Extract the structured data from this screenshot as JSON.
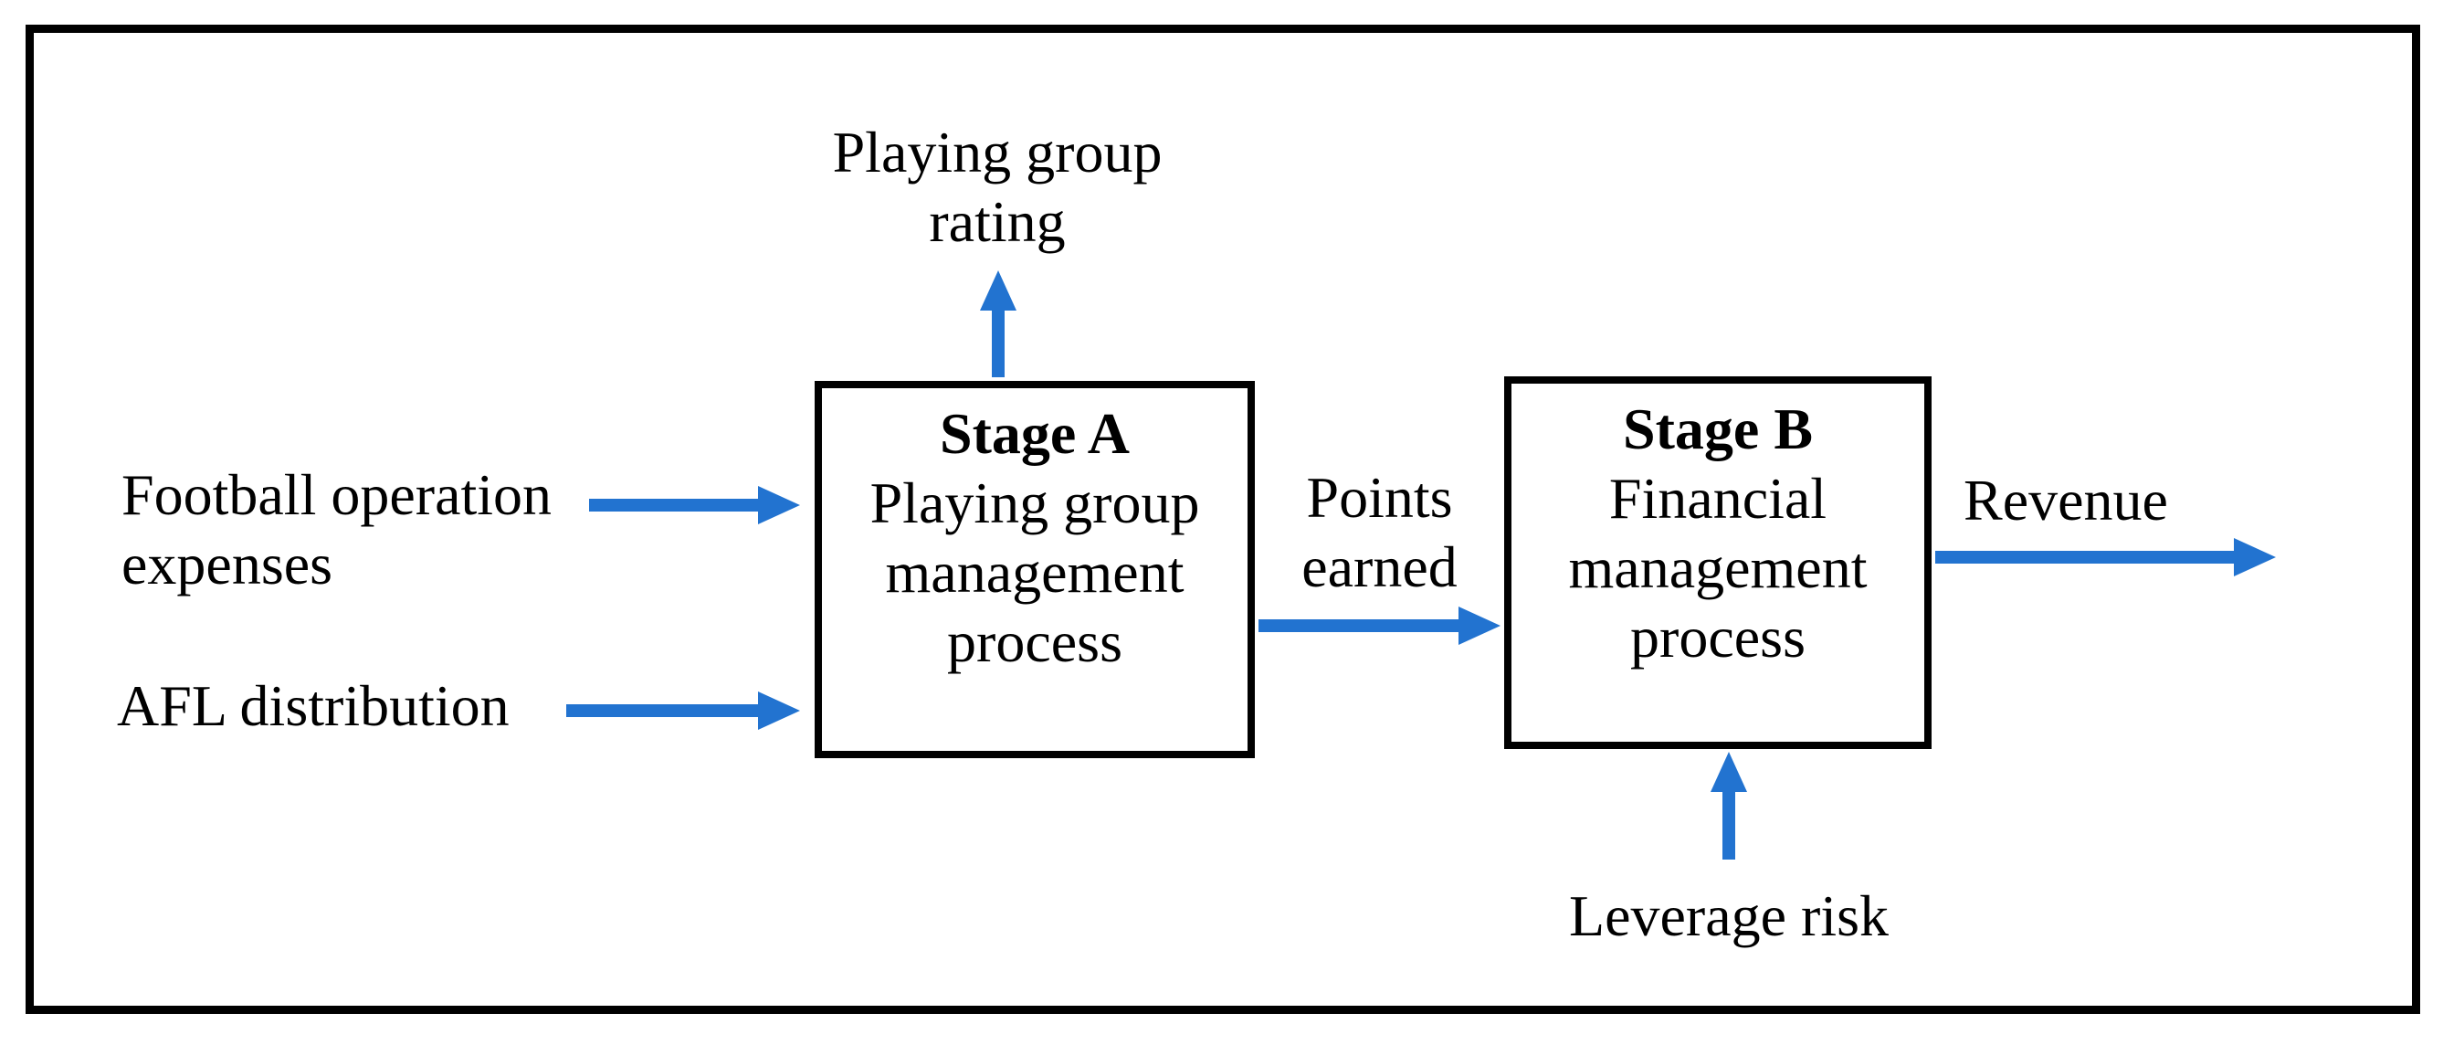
{
  "diagram": {
    "description": "Two-stage process flow diagram inside a black frame"
  },
  "colors": {
    "arrow": "#2273D0",
    "border": "#000000",
    "text": "#000000",
    "background": "#FFFFFF"
  },
  "boxes": {
    "stage_a": {
      "title": "Stage A",
      "lines": [
        "Playing group",
        "management",
        "process"
      ]
    },
    "stage_b": {
      "title": "Stage B",
      "lines": [
        "Financial",
        "management",
        "process"
      ]
    }
  },
  "labels": {
    "playing_group_rating": {
      "line1": "Playing group",
      "line2": "rating"
    },
    "football_operation": {
      "line1": "Football operation",
      "line2": "expenses"
    },
    "afl_distribution": {
      "text": "AFL distribution"
    },
    "points_earned": {
      "line1": "Points",
      "line2": "earned"
    },
    "revenue": {
      "text": "Revenue"
    },
    "leverage_risk": {
      "text": "Leverage risk"
    }
  },
  "arrows": [
    {
      "name": "football-operation-expenses-input",
      "from": "Football operation expenses",
      "to": "Stage A",
      "direction": "right"
    },
    {
      "name": "afl-distribution-input",
      "from": "AFL distribution",
      "to": "Stage A",
      "direction": "right"
    },
    {
      "name": "playing-group-rating-output",
      "from": "Stage A",
      "to": "Playing group rating",
      "direction": "up"
    },
    {
      "name": "points-earned-flow",
      "from": "Stage A",
      "to": "Stage B",
      "direction": "right",
      "label": "Points earned"
    },
    {
      "name": "leverage-risk-input",
      "from": "Leverage risk",
      "to": "Stage B",
      "direction": "up"
    },
    {
      "name": "revenue-output",
      "from": "Stage B",
      "to": "frame edge",
      "direction": "right",
      "label": "Revenue"
    }
  ]
}
